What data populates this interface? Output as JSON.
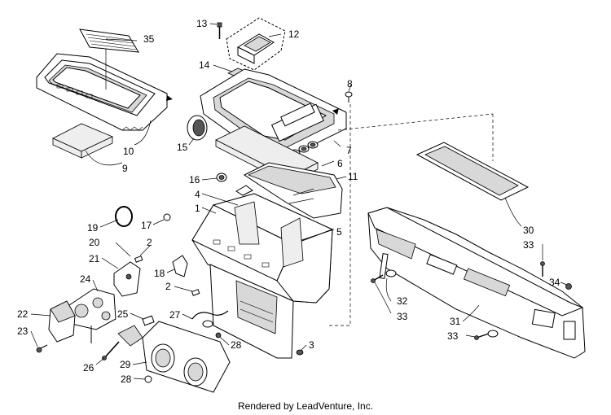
{
  "diagram": {
    "footer": "Rendered by LeadVenture, Inc.",
    "colors": {
      "line": "#000000",
      "background": "#ffffff",
      "shade": "#d8d8d8"
    },
    "callouts": [
      "35",
      "12",
      "13",
      "14",
      "8",
      "10",
      "9",
      "15",
      "7",
      "6",
      "16",
      "11",
      "4",
      "1",
      "5",
      "19",
      "17",
      "20",
      "2",
      "21",
      "18",
      "2",
      "24",
      "22",
      "23",
      "25",
      "27",
      "26",
      "29",
      "28",
      "28",
      "3",
      "30",
      "33",
      "32",
      "33",
      "34",
      "31",
      "33"
    ]
  }
}
